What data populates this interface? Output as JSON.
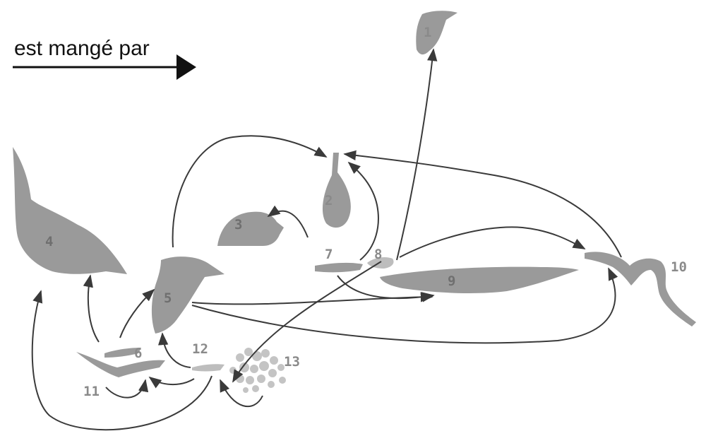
{
  "legend": {
    "label": "est mangé par"
  },
  "nodes": [
    {
      "id": "1",
      "label": "1"
    },
    {
      "id": "2",
      "label": "2"
    },
    {
      "id": "3",
      "label": "3"
    },
    {
      "id": "4",
      "label": "4"
    },
    {
      "id": "5",
      "label": "5"
    },
    {
      "id": "6",
      "label": "6"
    },
    {
      "id": "7",
      "label": "7"
    },
    {
      "id": "8",
      "label": "8"
    },
    {
      "id": "9",
      "label": "9"
    },
    {
      "id": "10",
      "label": "10"
    },
    {
      "id": "11",
      "label": "11"
    },
    {
      "id": "12",
      "label": "12"
    },
    {
      "id": "13",
      "label": "13"
    }
  ],
  "edges": [
    {
      "from": "13",
      "to": "12"
    },
    {
      "from": "12",
      "to": "11"
    },
    {
      "from": "12",
      "to": "5"
    },
    {
      "from": "12",
      "to": "4"
    },
    {
      "from": "11",
      "to": "6"
    },
    {
      "from": "6",
      "to": "4"
    },
    {
      "from": "6",
      "to": "5"
    },
    {
      "from": "5",
      "to": "2"
    },
    {
      "from": "5",
      "to": "9"
    },
    {
      "from": "5",
      "to": "10"
    },
    {
      "from": "8",
      "to": "1"
    },
    {
      "from": "8",
      "to": "2"
    },
    {
      "from": "8",
      "to": "10"
    },
    {
      "from": "7",
      "to": "3"
    },
    {
      "from": "7",
      "to": "9"
    },
    {
      "from": "10",
      "to": "2"
    }
  ],
  "colors": {
    "silhouette": "#9a9a9a",
    "silhouette_light": "#bdbdbd",
    "arrow": "#3a3a3a",
    "number": "#8a8a8a",
    "legend_arrow": "#111111"
  }
}
